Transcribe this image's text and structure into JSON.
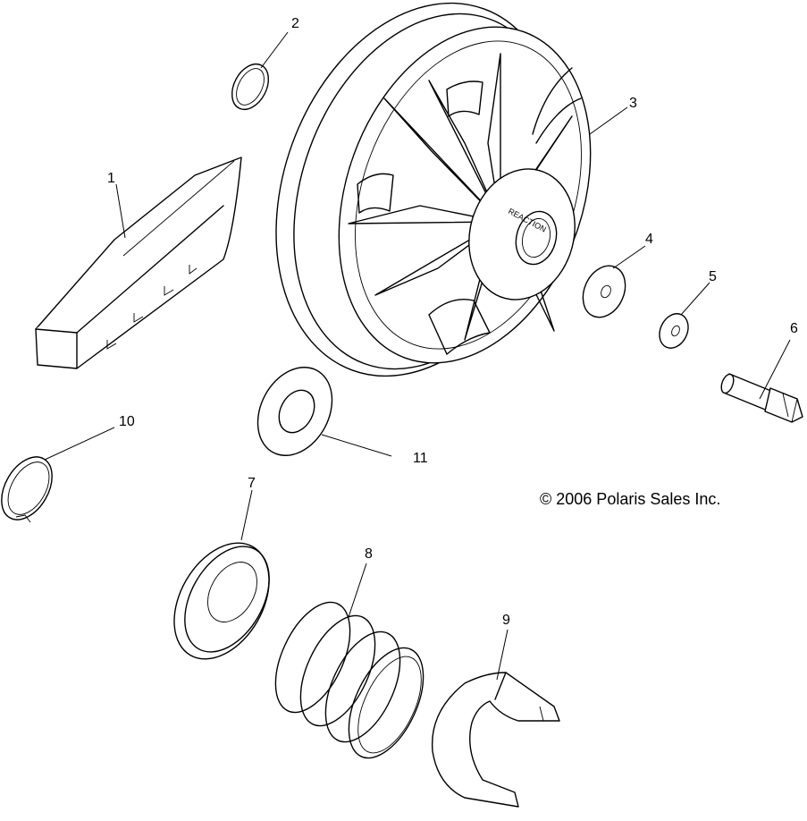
{
  "callouts": {
    "c1": "1",
    "c2": "2",
    "c3": "3",
    "c4": "4",
    "c5": "5",
    "c6": "6",
    "c7": "7",
    "c8": "8",
    "c9": "9",
    "c10": "10",
    "c11": "11"
  },
  "hub_text": {
    "brand": "REACTION"
  },
  "copyright": "© 2006 Polaris Sales Inc."
}
